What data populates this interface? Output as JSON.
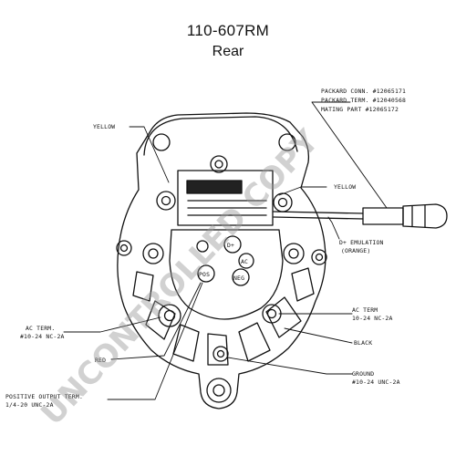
{
  "header": {
    "part_number": "110-607RM",
    "view": "Rear"
  },
  "labels": {
    "yellow_left": "YELLOW",
    "packard_1": "PACKARD CONN. #12065171",
    "packard_2": "PACKARD TERM. #12040568",
    "packard_3": "MATING PART #12065172",
    "yellow_right": "YELLOW",
    "d_plus_1": "D+ EMULATION",
    "d_plus_2": "(ORANGE)",
    "ac_term_right_1": "AC TERM",
    "ac_term_right_2": "10-24 NC-2A",
    "black": "BLACK",
    "ground_1": "GROUND",
    "ground_2": "#10-24 UNC-2A",
    "ac_term_left_1": "AC TERM.",
    "ac_term_left_2": "#10-24 NC-2A",
    "red": "RED",
    "positive_1": "POSITIVE OUTPUT TERM.",
    "positive_2": "1/4-20 UNC-2A"
  },
  "terminals": {
    "d_plus": "D+",
    "ac": "AC",
    "pos": "POS",
    "neg": "NEG"
  },
  "watermark": "UNCONTROLLED COPY",
  "colors": {
    "line": "#111111",
    "watermark": "#9a9a9a"
  }
}
